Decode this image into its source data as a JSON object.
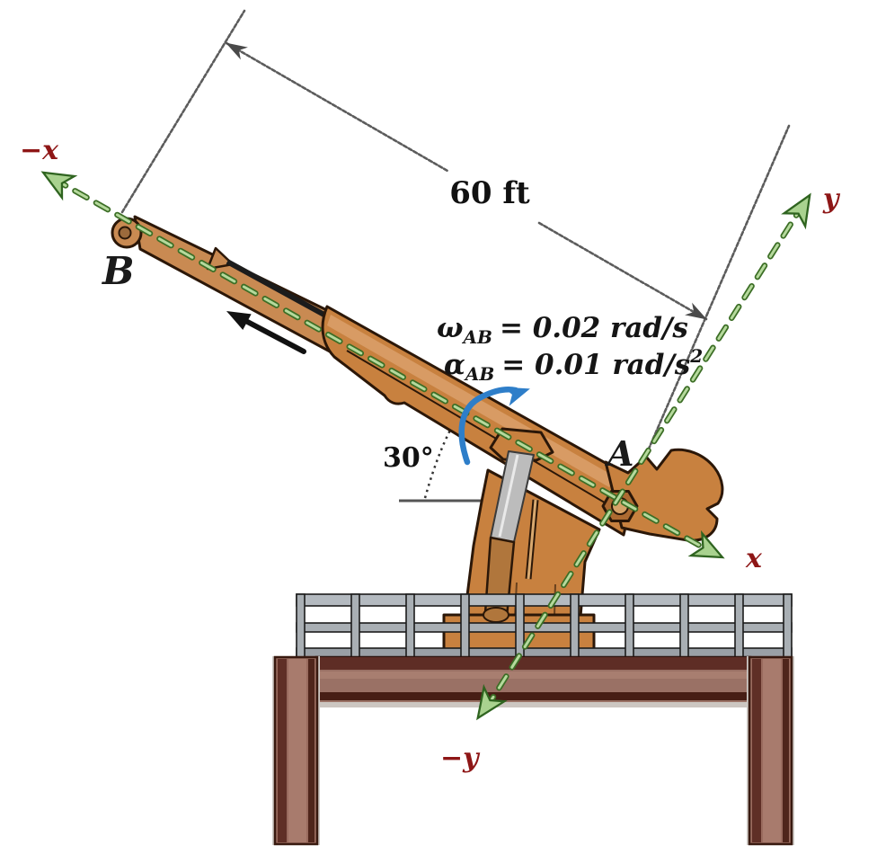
{
  "figure": {
    "points": {
      "a": "A",
      "b": "B"
    },
    "dimension_label": "60 ft",
    "angle_label": "30°",
    "kinematics": {
      "omega": {
        "symbol": "ω",
        "subscript": "AB",
        "value": "= 0.02 rad/s"
      },
      "alpha": {
        "symbol": "α",
        "subscript": "AB",
        "value": "= 0.01 rad/s",
        "exponent": "2"
      }
    },
    "axis_labels": {
      "neg_x": "−x",
      "pos_y": "y",
      "pos_x": "x",
      "neg_y": "−y"
    },
    "colors": {
      "axis_label": "#8e1616",
      "axis_line_dark": "#3c6e26",
      "axis_line_light": "#b5d99c",
      "crane_orange": "#c8813f",
      "crane_outline": "#2b1708",
      "rotation_arrow_blue": "#2e7ec9",
      "annotation_gray": "#555555",
      "platform_maroon": "#9a7165",
      "railing_gray": "#a9afb4"
    }
  }
}
